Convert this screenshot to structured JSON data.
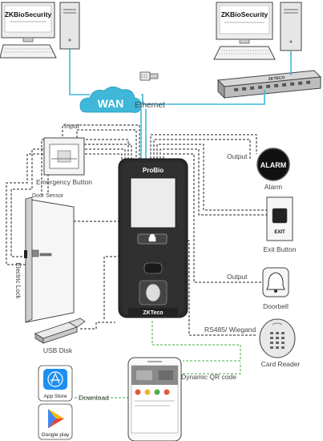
{
  "servers": {
    "left_screen_text": "ZKBioSecurity",
    "right_screen_text": "ZKBioSecurity"
  },
  "network": {
    "wan_label": "WAN",
    "ethernet_label": "Ethernet",
    "switch_brand": "ZKTECO"
  },
  "device": {
    "model_label": "ProBio",
    "brand_logo": "ZKTeco"
  },
  "connections": {
    "input_label": "Input",
    "door_sensor_label": "Door Sensor",
    "electric_lock_label": "Electric Lock",
    "output_alarm_label": "Output",
    "output_doorbell_label": "Output",
    "rs485_label": "RS485/ Wiegand",
    "download_label": "Download",
    "qr_label": "Dynamic QR code"
  },
  "peripherals": {
    "emergency_button_label": "Emergency Button",
    "alarm_label": "Alarm",
    "alarm_text": "ALARM",
    "exit_button_label": "Exit Button",
    "exit_text": "EXIT",
    "doorbell_label": "Doorbell",
    "usb_label": "USB Disk",
    "card_reader_label": "Card Reader"
  },
  "apps": {
    "app_store_label": "App Store",
    "google_play_label": "Google play"
  },
  "colors": {
    "wan_cloud": "#3fb7d8",
    "ethernet_line": "#3fb7d8",
    "qr_link": "#48a848",
    "device_body": "#2a2a2a"
  }
}
